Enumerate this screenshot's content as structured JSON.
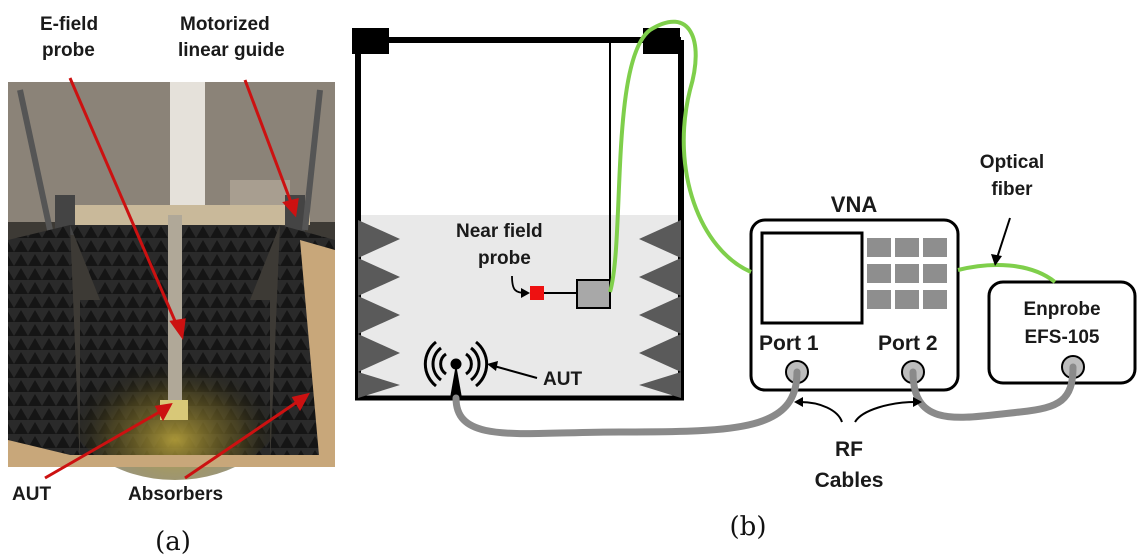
{
  "panel_a": {
    "labels": {
      "efield_probe_l1": "E-field",
      "efield_probe_l2": "probe",
      "motorized_l1": "Motorized",
      "motorized_l2": "linear guide",
      "aut": "AUT",
      "absorbers": "Absorbers"
    },
    "caption": "(a)",
    "colors": {
      "arrow": "#cc1111"
    }
  },
  "panel_b": {
    "labels": {
      "near_field_l1": "Near field",
      "near_field_l2": "probe",
      "aut": "AUT",
      "vna": "VNA",
      "port1": "Port 1",
      "port2": "Port 2",
      "optical_l1": "Optical",
      "optical_l2": "fiber",
      "enprobe_l1": "Enprobe",
      "enprobe_l2": "EFS-105",
      "rf_l1": "RF",
      "rf_l2": "Cables"
    },
    "caption": "(b)",
    "colors": {
      "optical_fiber": "#7fcf4b",
      "rf_cable": "#8a8a8a",
      "probe_red": "#ee1111",
      "absorber": "#5a5a5a",
      "chamber_fill": "#e9e9e9"
    }
  }
}
